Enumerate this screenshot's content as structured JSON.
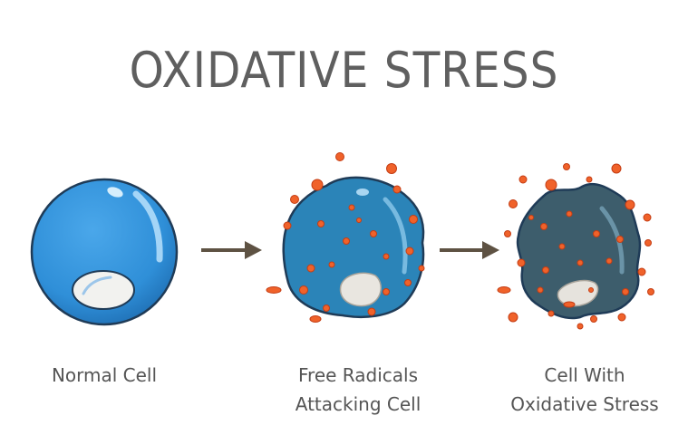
{
  "title": "OXIDATIVE STRESS",
  "stages": [
    {
      "lines": [
        "Normal Cell"
      ]
    },
    {
      "lines": [
        "Free Radicals",
        "Attacking Cell"
      ]
    },
    {
      "lines": [
        "Cell With",
        "Oxidative Stress"
      ]
    }
  ],
  "colors": {
    "title": "#5f5f5f",
    "normal_cell": "#2f8fd8",
    "attacked_cell": "#2b84b8",
    "stressed_cell": "#3d5d6c",
    "free_radical": "#f0622a",
    "nucleus": "#f2f2ef",
    "arrow": "#5e5243",
    "outline": "#1f3b57"
  }
}
